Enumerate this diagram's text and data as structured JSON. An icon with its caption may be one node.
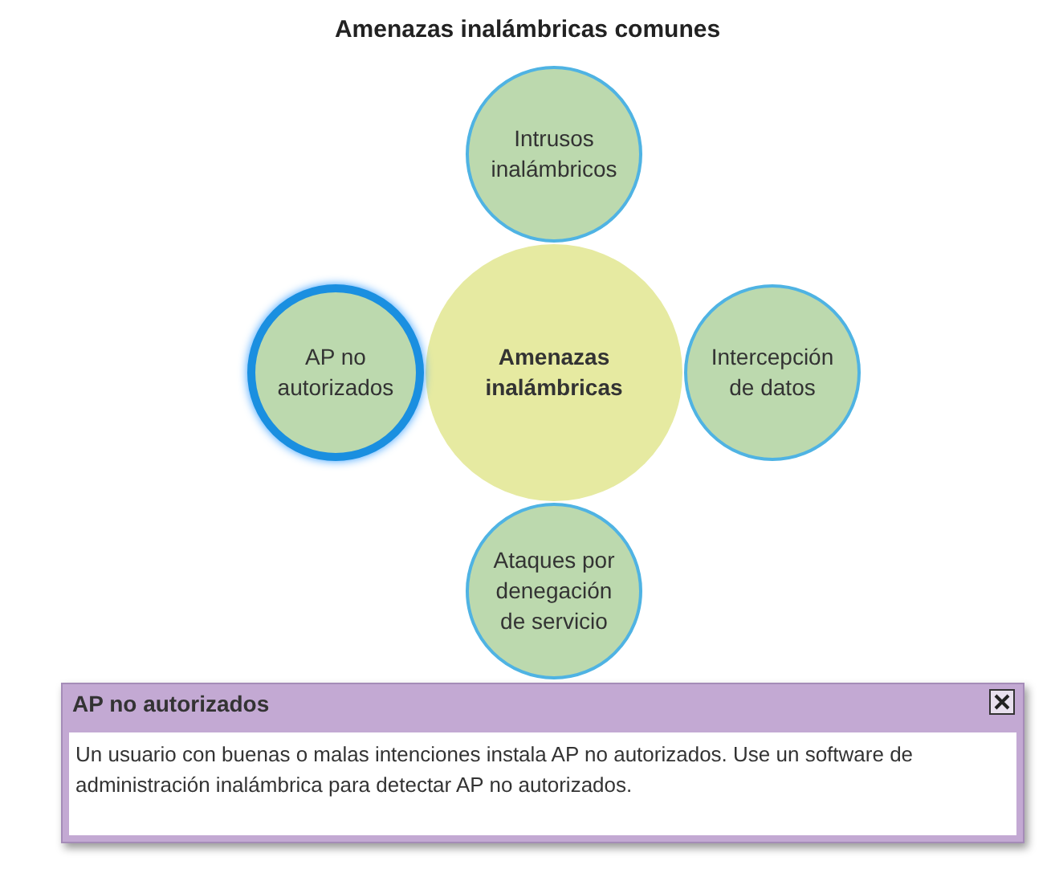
{
  "diagram": {
    "title": "Amenazas inalámbricas comunes",
    "nodes": [
      {
        "text": [
          "Intrusos inalámbricos"
        ]
      },
      {
        "text": [
          "AP no autorizados"
        ]
      },
      {
        "text": [
          "Amenazas inalámbricas"
        ]
      },
      {
        "text": [
          "Intercepción de datos"
        ]
      },
      {
        "text": [
          "Ataques por denegación de servicio"
        ]
      },
      {
        "text": [
          "AP no autorizados",
          "Un usuario con buenas o malas intenciones instala AP no autorizados. Use un software de administración inalámbrica para detectar AP no autorizados."
        ]
      }
    ],
    "edges": []
  }
}
